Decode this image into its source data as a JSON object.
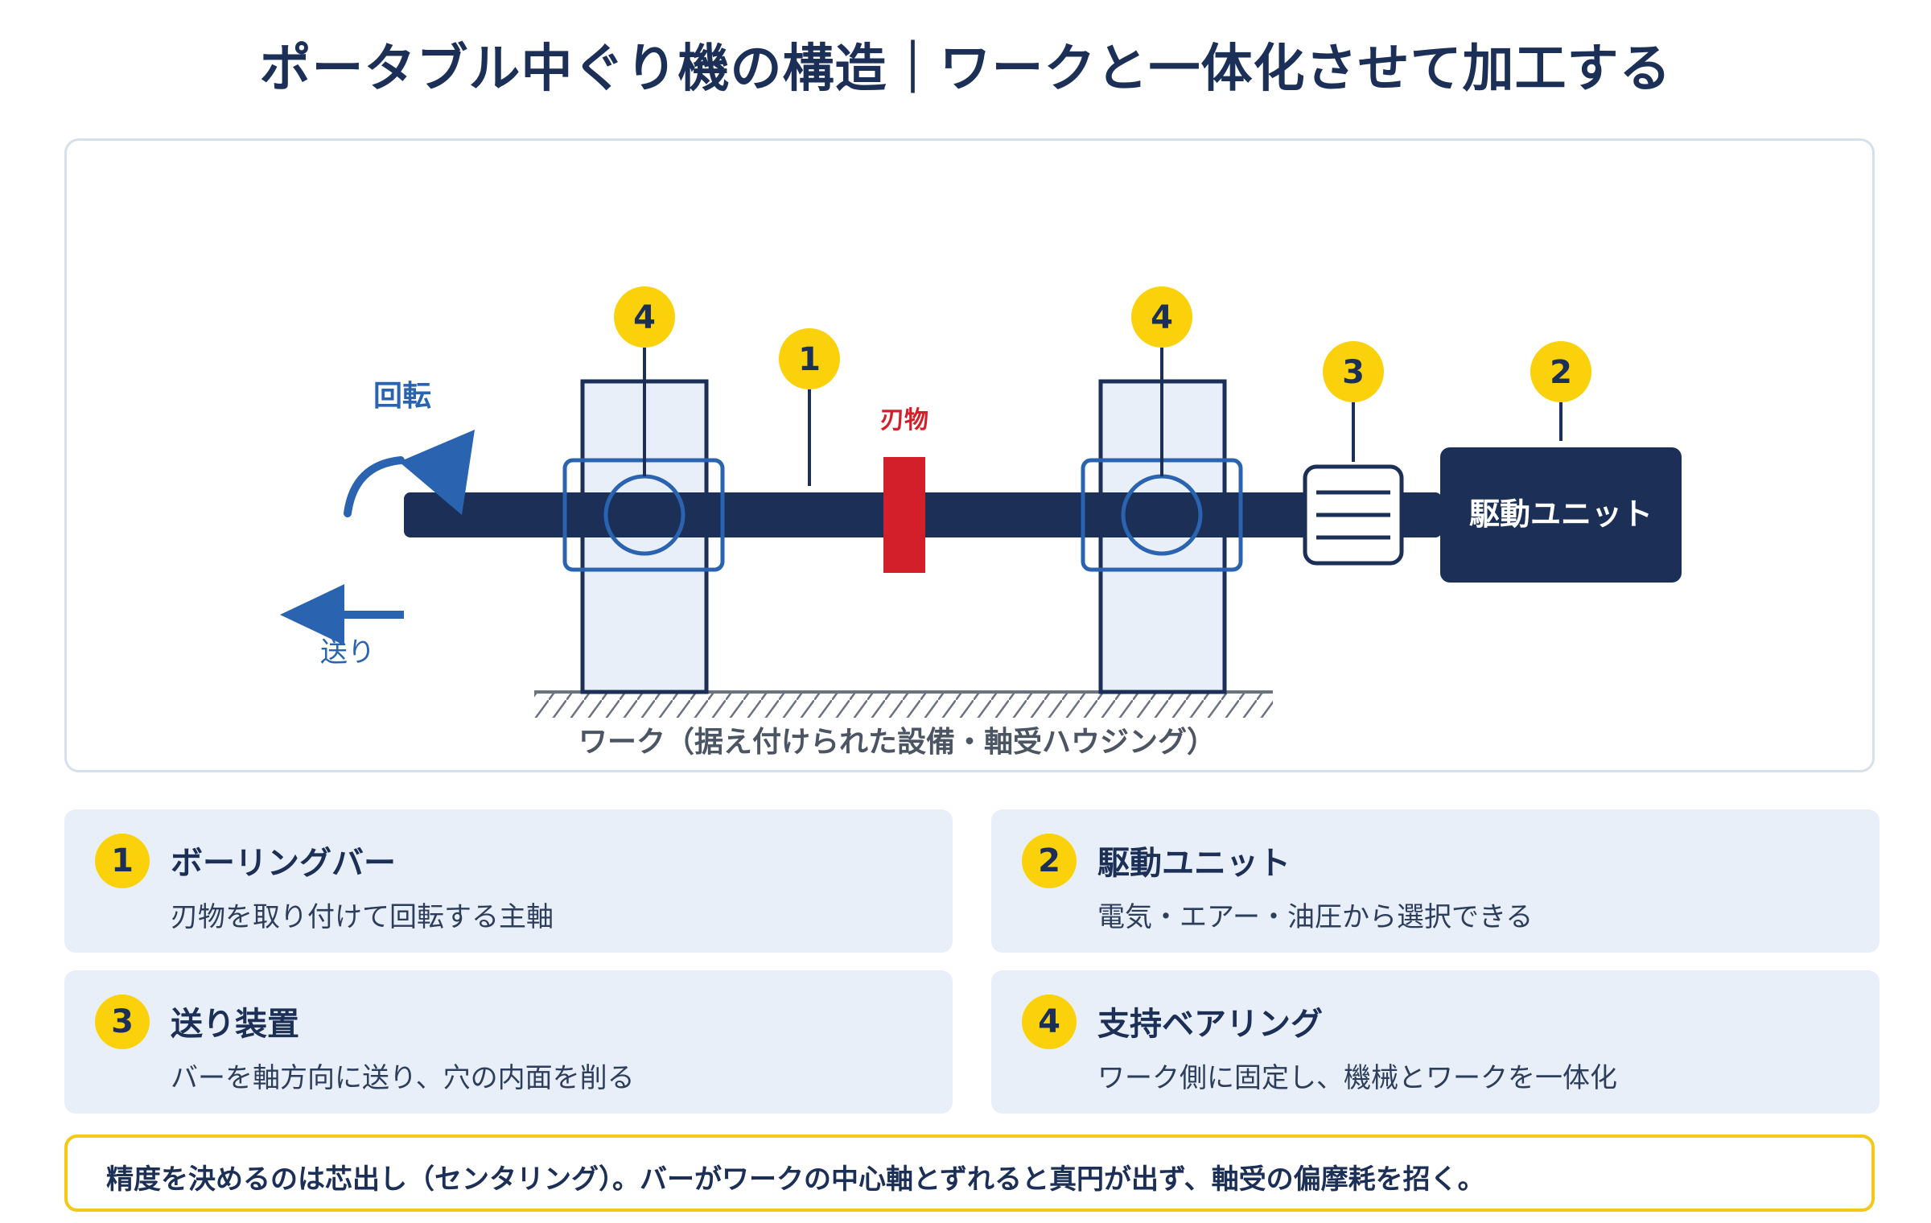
{
  "title": "ポータブル中ぐり機の構造｜ワークと一体化させて加工する",
  "diagram": {
    "rotation_label": "回転",
    "feed_label": "送り",
    "cutter_label": "刃物",
    "drive_unit_label": "駆動ユニット",
    "work_label": "ワーク（据え付けられた設備・軸受ハウジング）",
    "markers": {
      "boring_bar": "1",
      "drive_unit": "2",
      "feed_device": "3",
      "bearing_left": "4",
      "bearing_right": "4"
    }
  },
  "cards": [
    {
      "number": "1",
      "title": "ボーリングバー",
      "description": "刃物を取り付けて回転する主軸"
    },
    {
      "number": "2",
      "title": "駆動ユニット",
      "description": "電気・エアー・油圧から選択できる"
    },
    {
      "number": "3",
      "title": "送り装置",
      "description": "バーを軸方向に送り、穴の内面を削る"
    },
    {
      "number": "4",
      "title": "支持ベアリング",
      "description": "ワーク側に固定し、機械とワークを一体化"
    }
  ],
  "note": "精度を決めるのは芯出し（センタリング）。バーがワークの中心軸とずれると真円が出ず、軸受の偏摩耗を招く。",
  "colors": {
    "navy": "#1b2f57",
    "blue": "#2a63b0",
    "red": "#d31f2a",
    "yellow": "#fad10b",
    "panel": "#e9eff8"
  }
}
